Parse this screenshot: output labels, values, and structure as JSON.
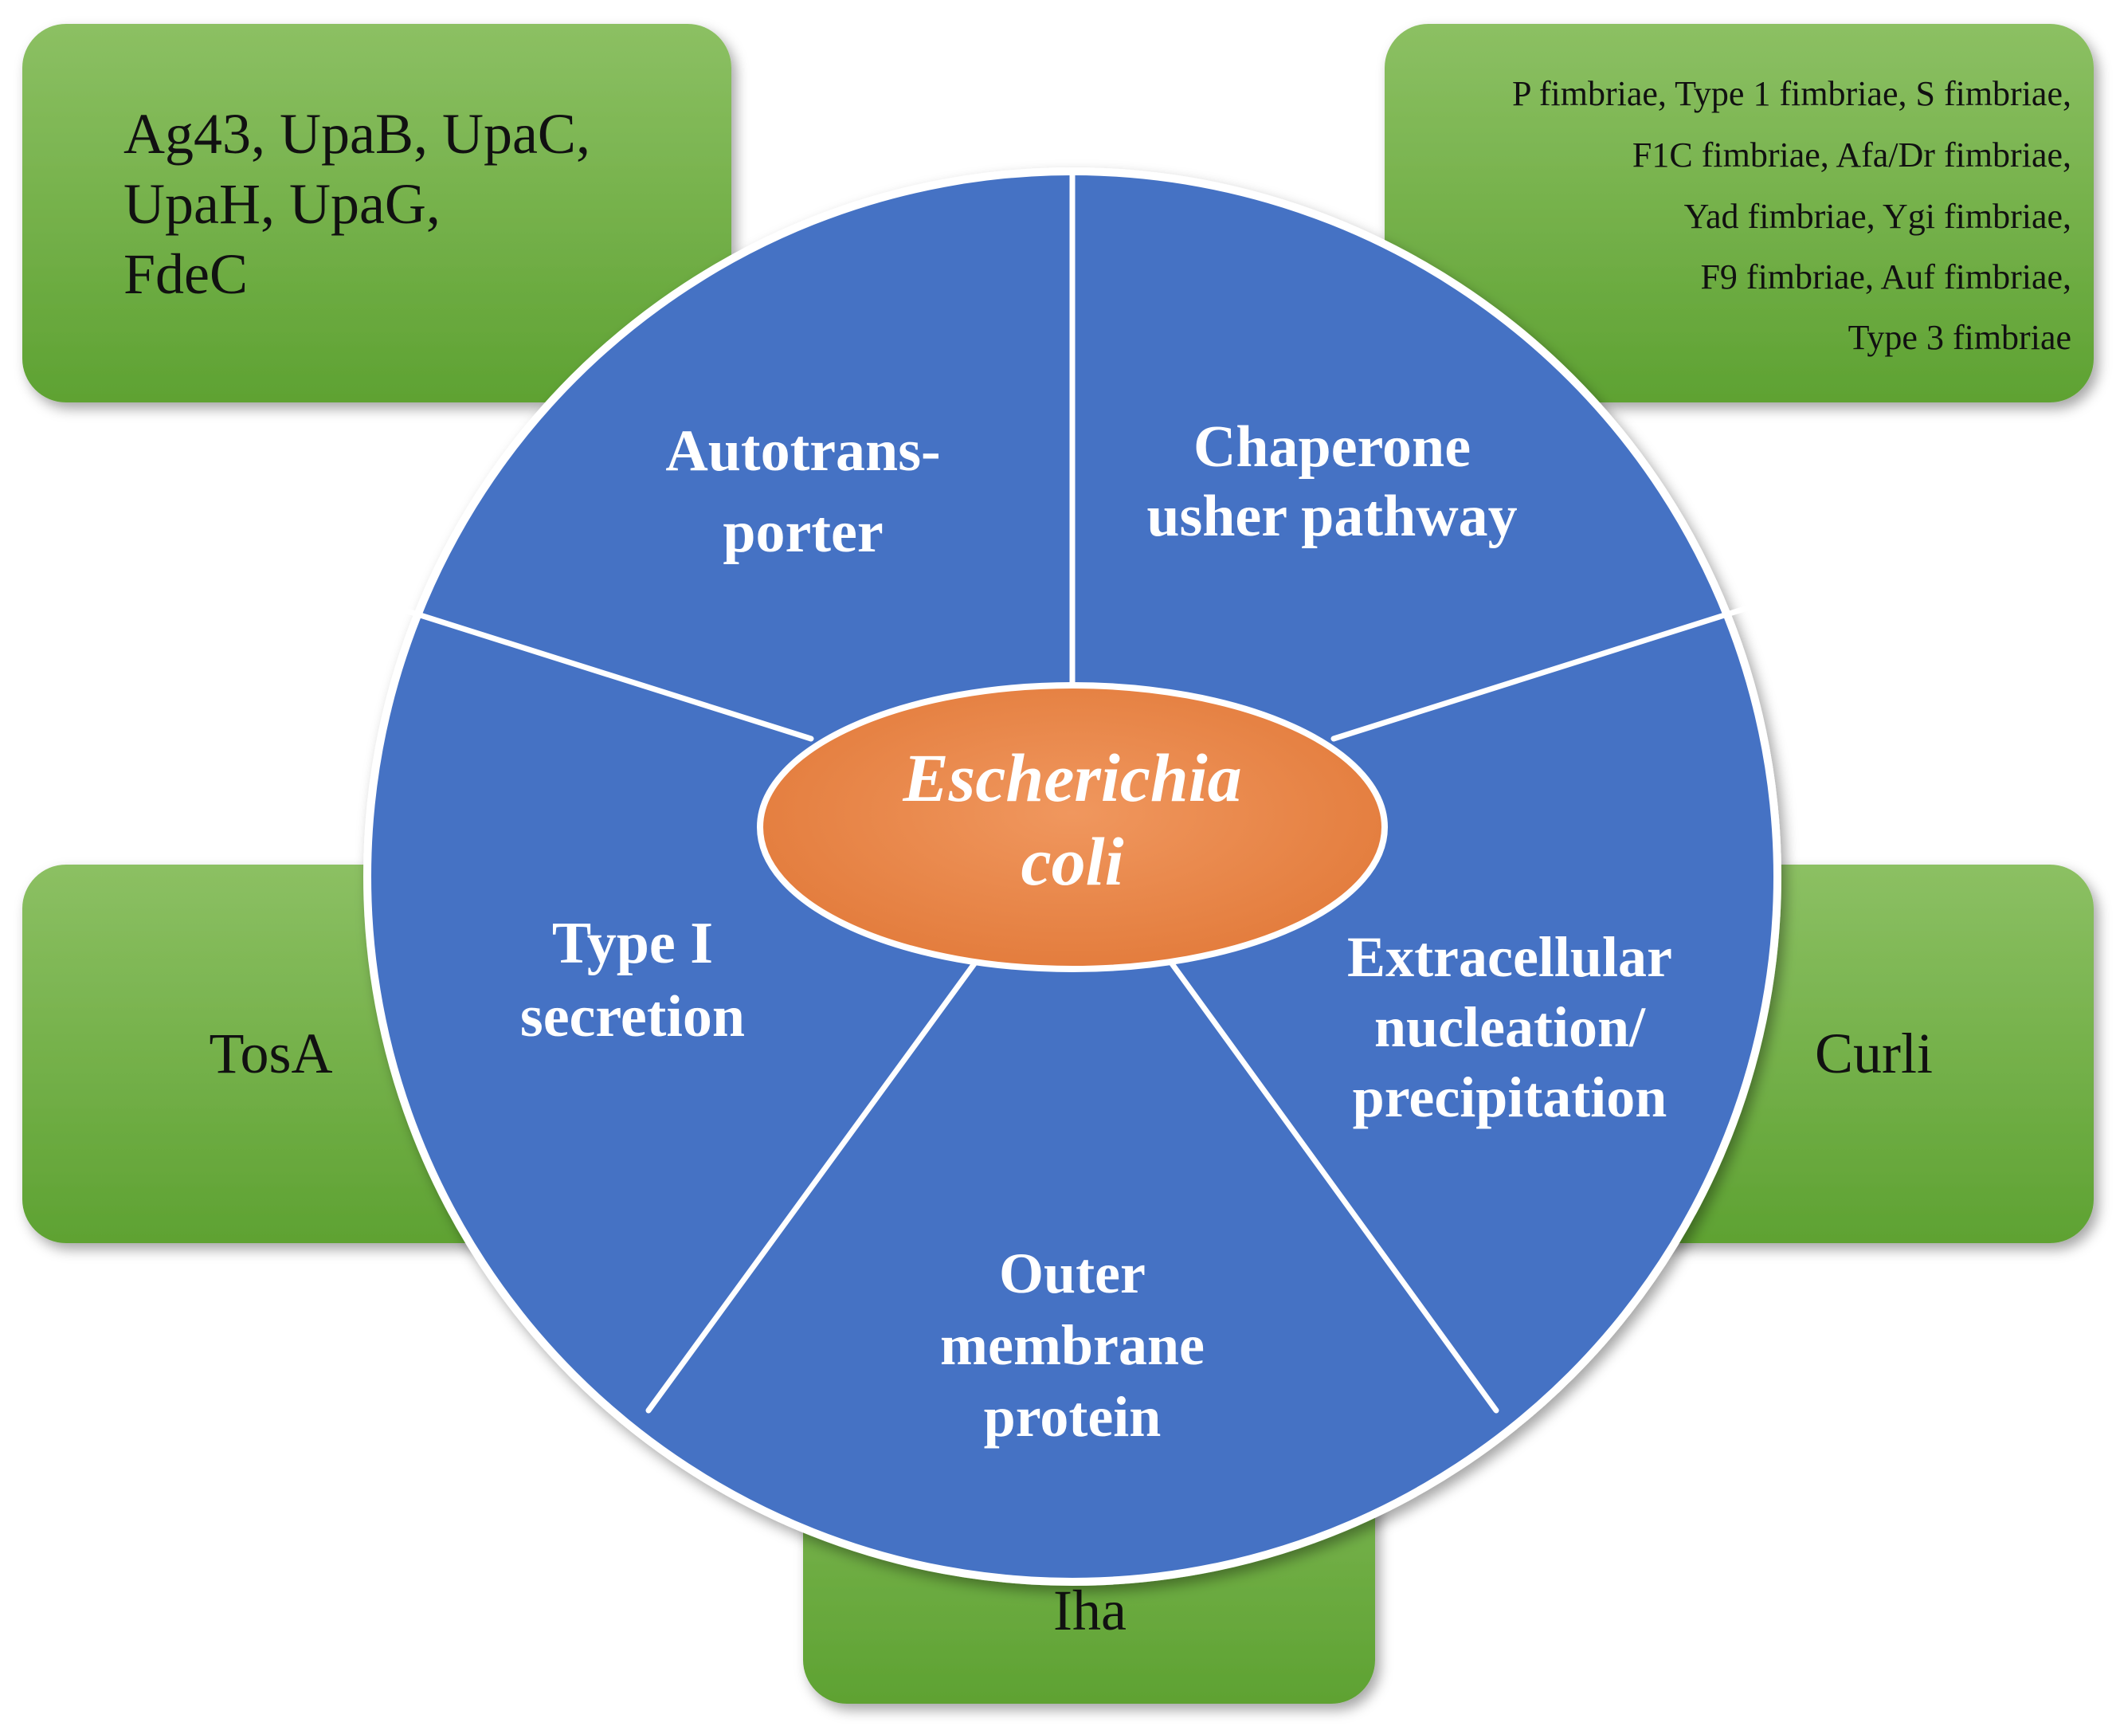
{
  "colors": {
    "box_green_top": "#8cc063",
    "box_green_bottom": "#5ea232",
    "sector_blue": "#4472c4",
    "divider_white": "#ffffff",
    "center_orange": "#e8864b"
  },
  "center": {
    "line1": "Escherichia",
    "line2": "coli"
  },
  "sectors": [
    {
      "id": "autotransporter",
      "lines": [
        "Autotrans-",
        "porter"
      ]
    },
    {
      "id": "chaperone",
      "lines": [
        "Chaperone",
        "usher pathway"
      ]
    },
    {
      "id": "extracellular",
      "lines": [
        "Extracellular",
        "nucleation/",
        "precipitation"
      ]
    },
    {
      "id": "outer-membrane",
      "lines": [
        "Outer",
        "membrane",
        "protein"
      ]
    },
    {
      "id": "type1",
      "lines": [
        "Type I",
        "secretion"
      ]
    }
  ],
  "boxes": {
    "autotransporter": [
      "Ag43, UpaB, UpaC,",
      "UpaH, UpaG,",
      "FdeC"
    ],
    "chaperone": [
      "P fimbriae, Type 1 fimbriae, S fimbriae,",
      "F1C fimbriae, Afa/Dr fimbriae,",
      "Yad fimbriae, Ygi fimbriae,",
      "F9 fimbriae, Auf fimbriae,",
      "Type 3 fimbriae"
    ],
    "type1": [
      "TosA"
    ],
    "extracellular": [
      "Curli"
    ],
    "outer_membrane": [
      "Iha"
    ]
  }
}
